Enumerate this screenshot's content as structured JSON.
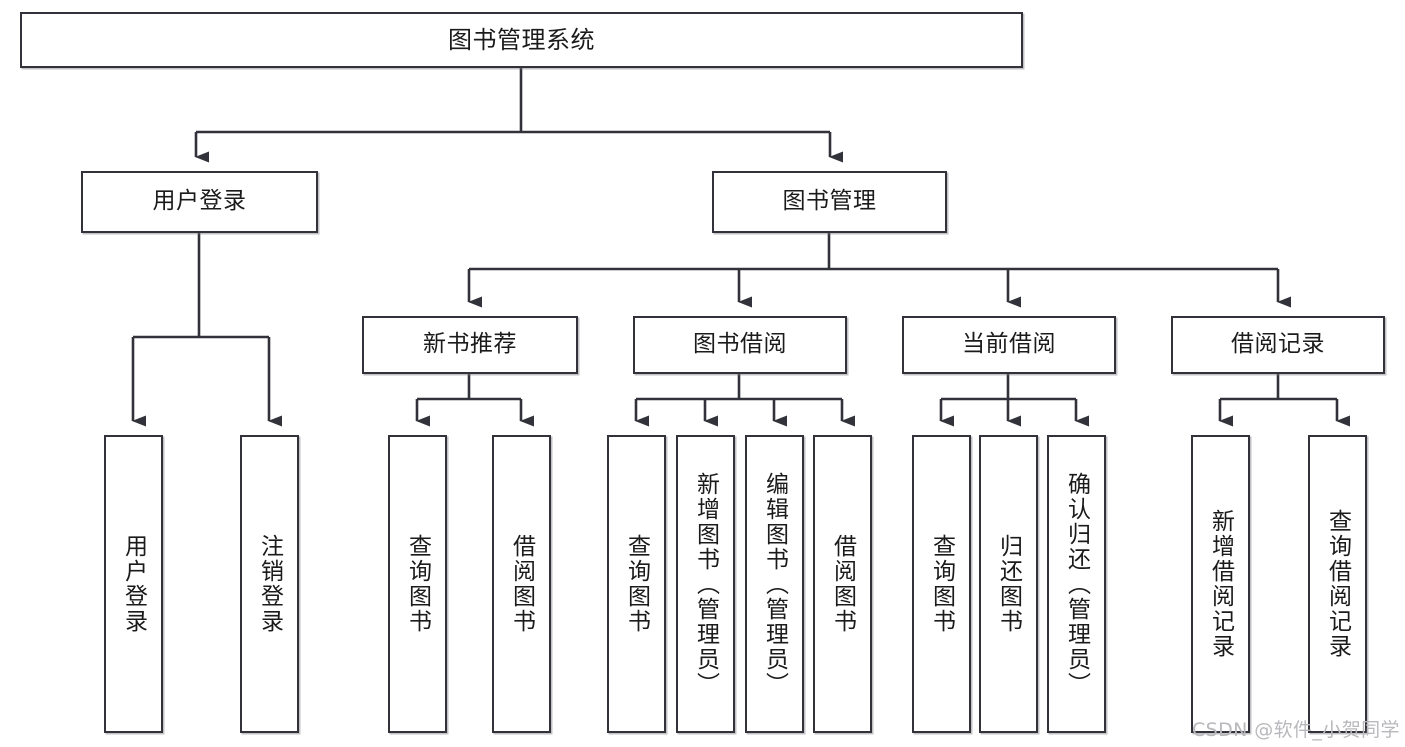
{
  "diagram": {
    "type": "tree-hierarchy-chart",
    "title": "图书管理系统",
    "line_color": "#32323a",
    "box_fill": "#ffffff",
    "text_color": "#1b1b1b",
    "watermark": "CSDN @软件_小贺同学"
  },
  "nodes": {
    "root": {
      "label": "图书管理系统"
    },
    "level2": [
      {
        "id": "user-login",
        "label": "用户登录"
      },
      {
        "id": "book-management",
        "label": "图书管理"
      }
    ],
    "level3": [
      {
        "id": "new-book-recommend",
        "label": "新书推荐"
      },
      {
        "id": "book-borrow",
        "label": "图书借阅"
      },
      {
        "id": "current-borrow",
        "label": "当前借阅"
      },
      {
        "id": "borrow-record",
        "label": "借阅记录"
      }
    ],
    "leaves": {
      "user_login": [
        {
          "id": "leaf-user-login",
          "label": "用户登录"
        },
        {
          "id": "leaf-logout",
          "label": "注销登录"
        }
      ],
      "new_book_recommend": [
        {
          "id": "leaf-query-book-1",
          "label": "查询图书"
        },
        {
          "id": "leaf-borrow-book-1",
          "label": "借阅图书"
        }
      ],
      "book_borrow": [
        {
          "id": "leaf-query-book-2",
          "label": "查询图书"
        },
        {
          "id": "leaf-add-book",
          "label": "新增图书（管理员）"
        },
        {
          "id": "leaf-edit-book",
          "label": "编辑图书（管理员）"
        },
        {
          "id": "leaf-borrow-book-2",
          "label": "借阅图书"
        }
      ],
      "current_borrow": [
        {
          "id": "leaf-query-book-3",
          "label": "查询图书"
        },
        {
          "id": "leaf-return-book",
          "label": "归还图书"
        },
        {
          "id": "leaf-confirm-return",
          "label": "确认归还（管理员）"
        }
      ],
      "borrow_record": [
        {
          "id": "leaf-add-record",
          "label": "新增借阅记录"
        },
        {
          "id": "leaf-query-record",
          "label": "查询借阅记录"
        }
      ]
    }
  }
}
